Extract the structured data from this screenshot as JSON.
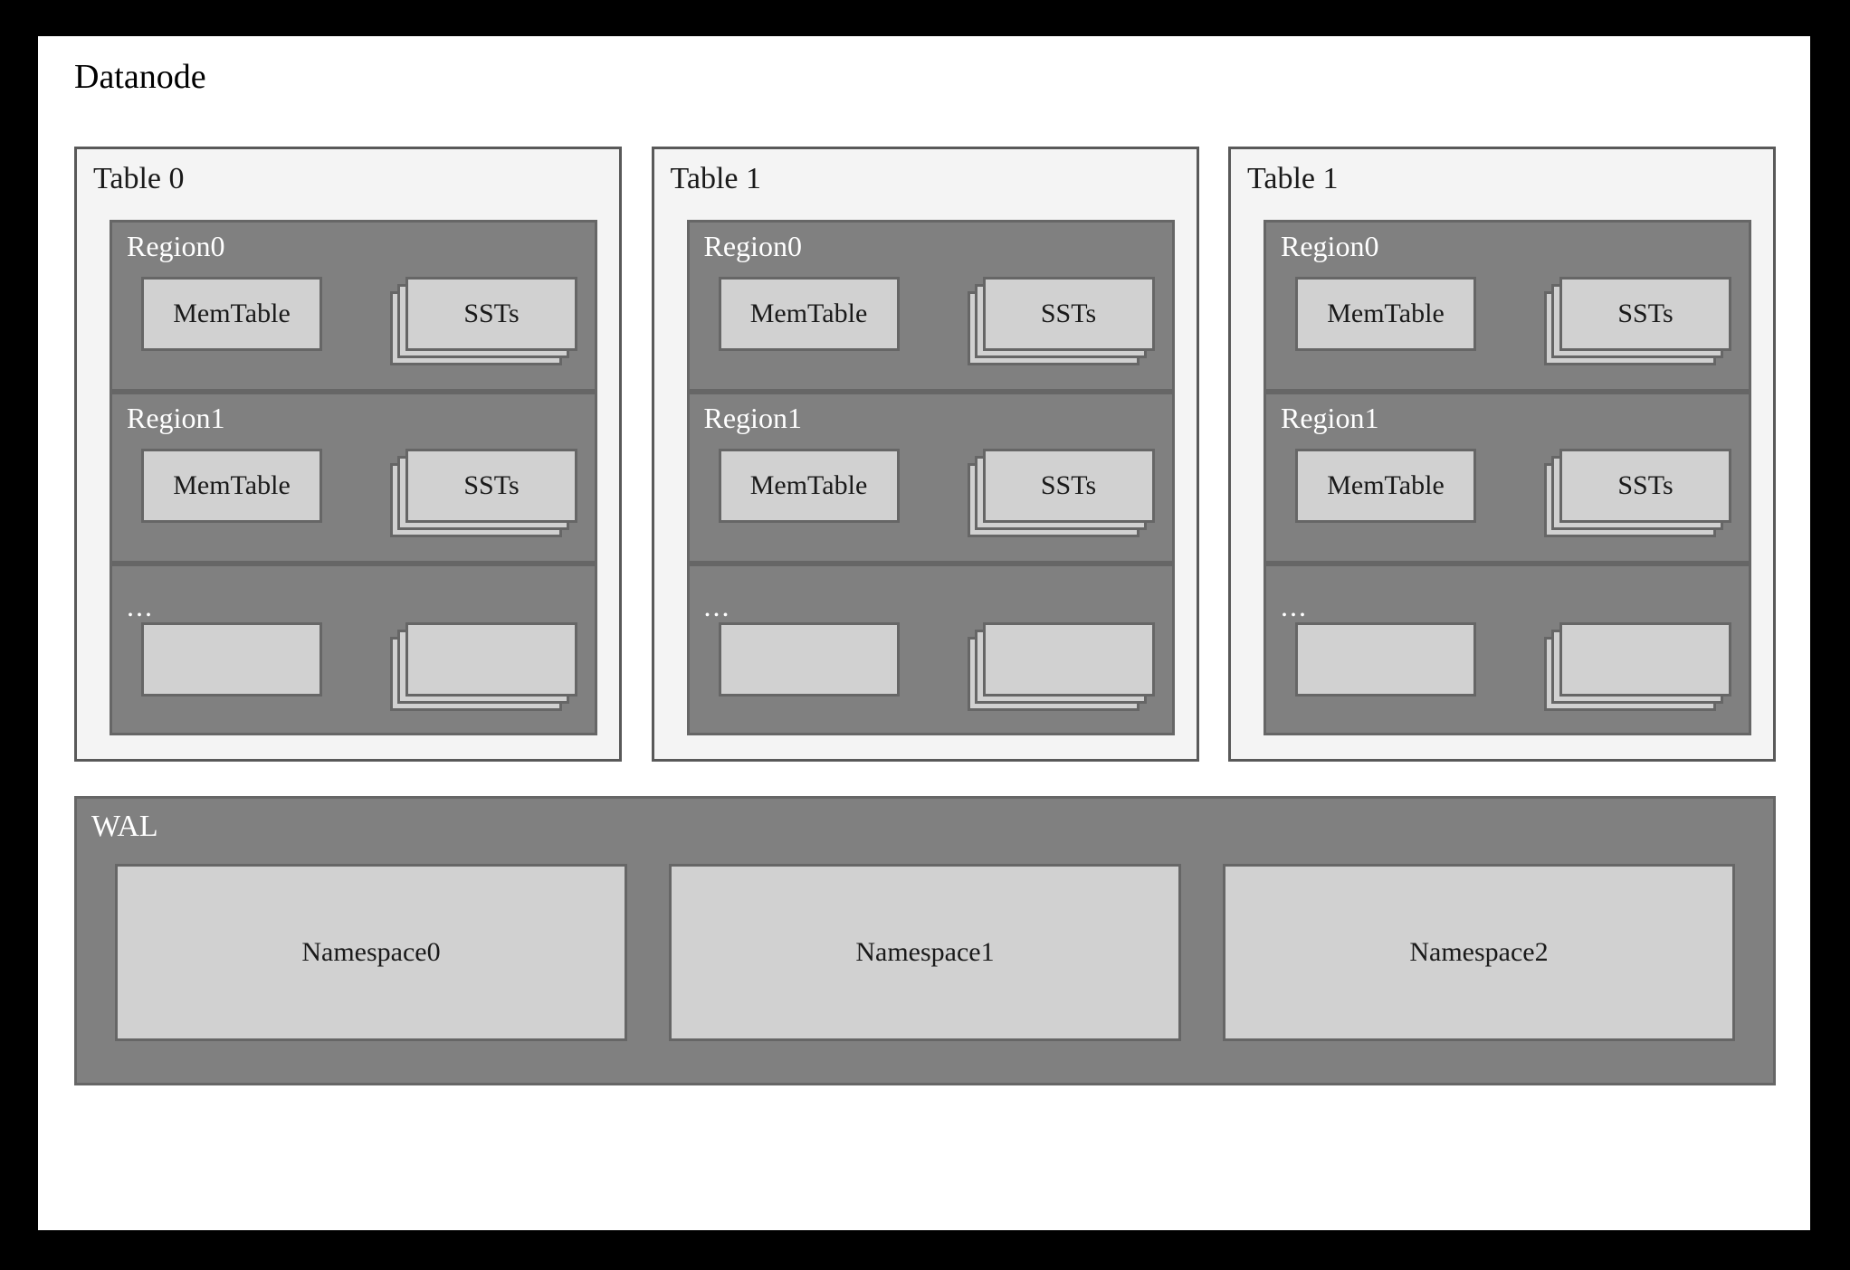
{
  "diagram": {
    "title": "Datanode",
    "frame_color": "#000000",
    "canvas_color": "#ffffff",
    "panel_fill": "#f4f4f4",
    "panel_border": "#595959",
    "region_fill": "#808080",
    "region_border": "#666666",
    "box_fill": "#d1d1d1",
    "label_light": "#ffffff",
    "label_dark": "#1a1a1a"
  },
  "tables": [
    {
      "title": "Table 0",
      "regions": [
        {
          "title": "Region0",
          "memtable": "MemTable",
          "ssts": "SSTs"
        },
        {
          "title": "Region1",
          "memtable": "MemTable",
          "ssts": "SSTs"
        },
        {
          "title": "...",
          "memtable": "",
          "ssts": ""
        }
      ]
    },
    {
      "title": "Table 1",
      "regions": [
        {
          "title": "Region0",
          "memtable": "MemTable",
          "ssts": "SSTs"
        },
        {
          "title": "Region1",
          "memtable": "MemTable",
          "ssts": "SSTs"
        },
        {
          "title": "...",
          "memtable": "",
          "ssts": ""
        }
      ]
    },
    {
      "title": "Table 1",
      "regions": [
        {
          "title": "Region0",
          "memtable": "MemTable",
          "ssts": "SSTs"
        },
        {
          "title": "Region1",
          "memtable": "MemTable",
          "ssts": "SSTs"
        },
        {
          "title": "...",
          "memtable": "",
          "ssts": ""
        }
      ]
    }
  ],
  "wal": {
    "title": "WAL",
    "namespaces": [
      "Namespace0",
      "Namespace1",
      "Namespace2"
    ]
  }
}
